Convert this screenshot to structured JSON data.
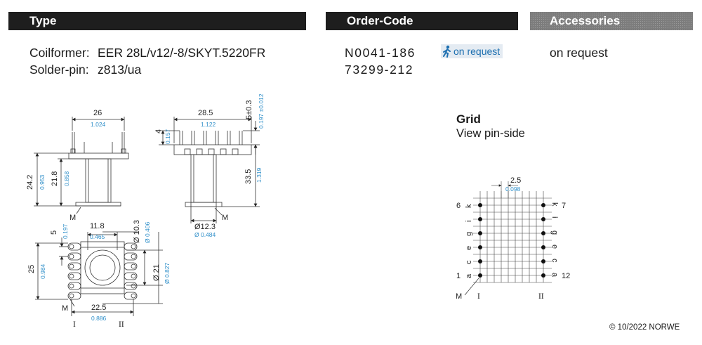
{
  "headers": {
    "type": "Type",
    "order_code": "Order-Code",
    "accessories": "Accessories"
  },
  "type": {
    "coilformer_label": "Coilformer:",
    "coilformer_value": "EER 28L/v12/-8/SKYT.5220FR",
    "solderpin_label": "Solder-pin:",
    "solderpin_value": "z813/ua"
  },
  "order": {
    "code1": "N0041-186",
    "code2": "73299-212",
    "badge": "on request"
  },
  "accessories": {
    "value": "on request"
  },
  "grid": {
    "title": "Grid",
    "subtitle": "View pin-side"
  },
  "dims": {
    "w26": "26",
    "w26_in": "1.024",
    "w285": "28.5",
    "w285_in": "1.122",
    "h242": "24.2",
    "h242_in": "0.953",
    "h218": "21.8",
    "h218_in": "0.858",
    "h4": "4",
    "h4_in": "0.157",
    "h5": "5±0.3",
    "h5_in": "0.197 ±0.012",
    "h335": "33.5",
    "h335_in": "1.319",
    "d123": "Ø12.3",
    "d123_in": "Ø 0.484",
    "w118": "11.8",
    "w118_in": "0.465",
    "d103": "Ø 10.3",
    "d103_in": "Ø 0.406",
    "p5": "5",
    "p5_in": "0.197",
    "h25": "25",
    "h25_in": "0.984",
    "d21": "Ø 21",
    "d21_in": "Ø 0.827",
    "w225": "22.5",
    "w225_in": "0.886",
    "g25": "2.5",
    "g25_in": "0.098",
    "m": "M",
    "one": "I",
    "two": "II"
  },
  "grid_labels": {
    "n6": "6",
    "n7": "7",
    "n1": "1",
    "n12": "12",
    "left": [
      "k",
      "i",
      "g",
      "e",
      "c",
      "a"
    ],
    "right": [
      "k",
      "i",
      "g",
      "e",
      "c",
      "a"
    ]
  },
  "copyright": "© 10/2022 NORWE",
  "colors": {
    "header": "#1e1e1e",
    "accessories_header": "#7d7d7d",
    "inch_blue": "#2f8fc9",
    "badge_bg": "#e4ebf2"
  }
}
